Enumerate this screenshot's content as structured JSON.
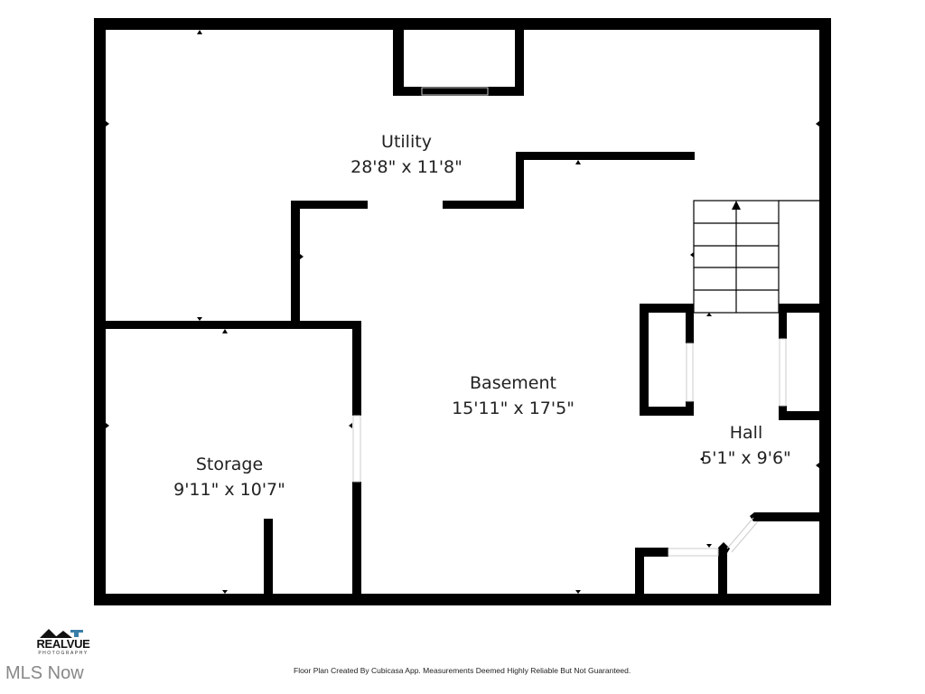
{
  "rooms": [
    {
      "name": "Utility",
      "size": "28'8\" x 11'8\""
    },
    {
      "name": "Basement",
      "size": "15'11\" x 17'5\""
    },
    {
      "name": "Storage",
      "size": "9'11\" x 10'7\""
    },
    {
      "name": "Hall",
      "size": "5'1\" x 9'6\""
    }
  ],
  "footer": {
    "disclaimer": "Floor Plan Created By Cubicasa App. Measurements Deemed Highly Reliable But Not Guaranteed."
  },
  "logo": {
    "brand": "REALVUE",
    "tagline": "PHOTOGRAPHY",
    "watermark": "MLS Now"
  },
  "colors": {
    "wall": "#000000",
    "background": "#ffffff",
    "logo_accent": "#3a7fa8"
  }
}
